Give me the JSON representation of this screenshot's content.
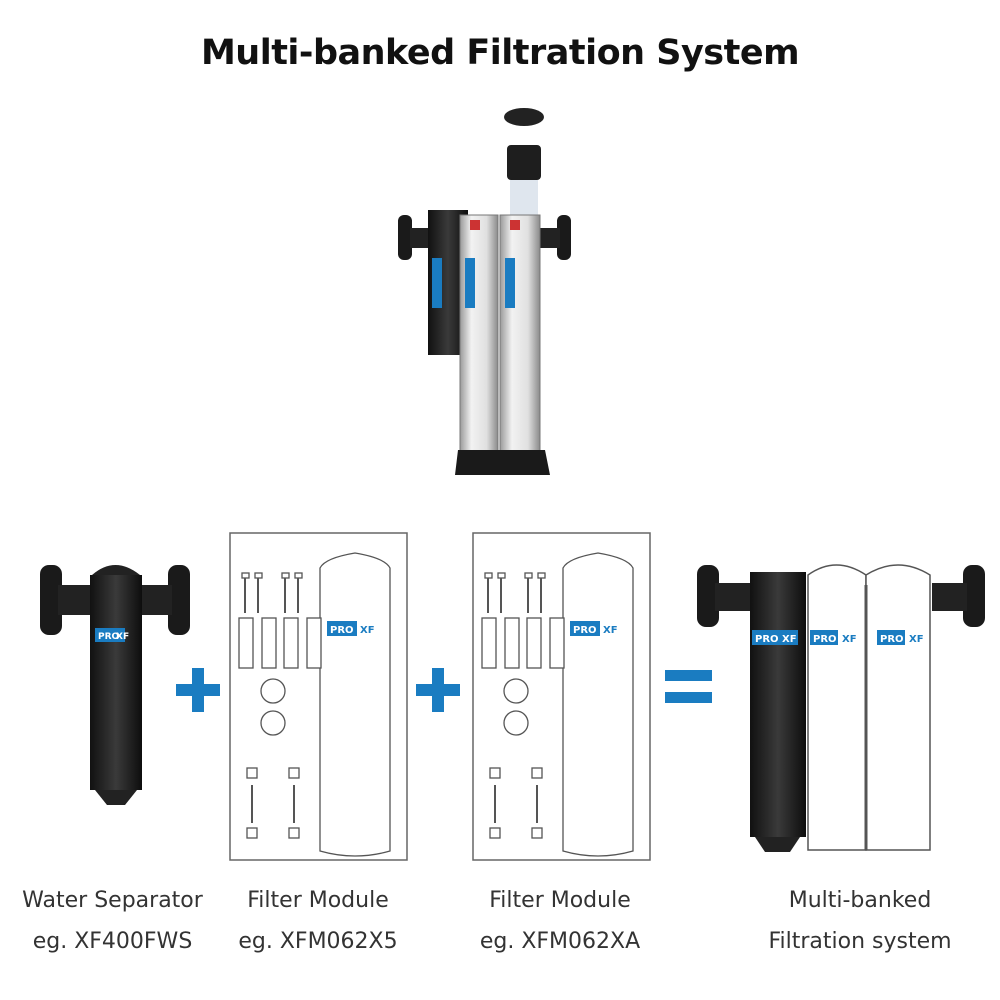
{
  "title": "Multi-banked Filtration System",
  "logo": {
    "left": "PRO",
    "right": "XF"
  },
  "colors": {
    "accent": "#1a7cc1",
    "dark": "#1c1c1c",
    "outline": "#555555"
  },
  "components": [
    {
      "name": "Water Separator",
      "example": "eg. XF400FWS"
    },
    {
      "name": "Filter Module",
      "example": "eg. XFM062X5"
    },
    {
      "name": "Filter Module",
      "example": "eg. XFM062XA"
    },
    {
      "name": "Multi-banked",
      "example": "Filtration system"
    }
  ],
  "operators": {
    "plus": "plus-icon",
    "equals": "equals-icon"
  }
}
